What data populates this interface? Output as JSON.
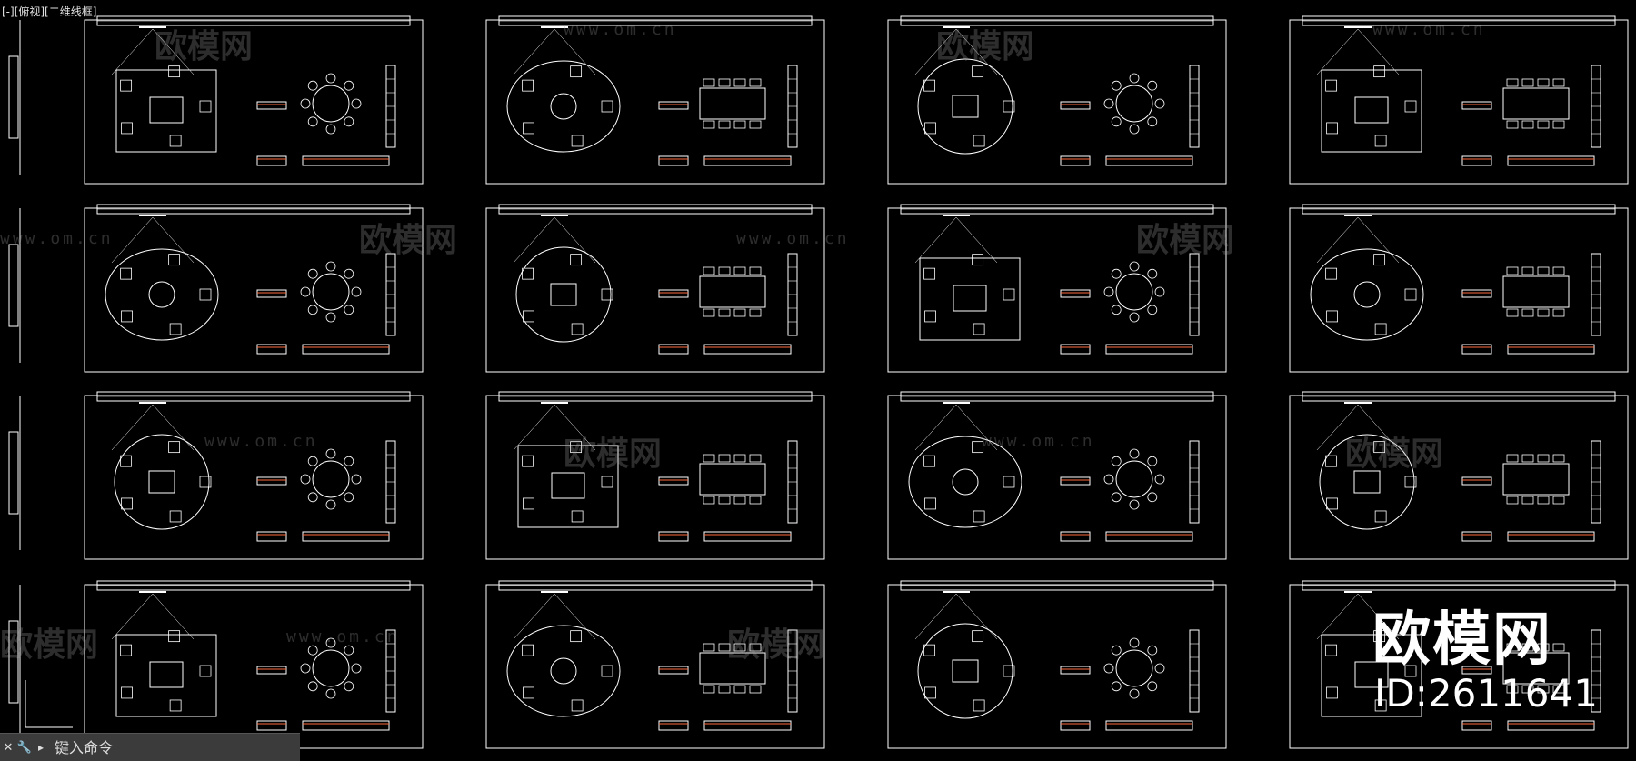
{
  "viewport": {
    "label": "[-][俯视][二维线框]"
  },
  "command_line": {
    "close_icon": "close-icon",
    "settings_icon": "wrench-icon",
    "prompt_icon": "command-prompt-icon",
    "placeholder": "键入命令"
  },
  "watermark": {
    "brand": "欧模网",
    "url": "www.om.cn"
  },
  "brand_overlay": {
    "name": "欧模网",
    "id_text": "ID:2611641"
  },
  "colors": {
    "background": "#000000",
    "line": "#ffffff",
    "accent": "#ff6a3c",
    "command_bar": "#3b3b3b"
  },
  "drawing": {
    "rows": 4,
    "cols": 4
  }
}
